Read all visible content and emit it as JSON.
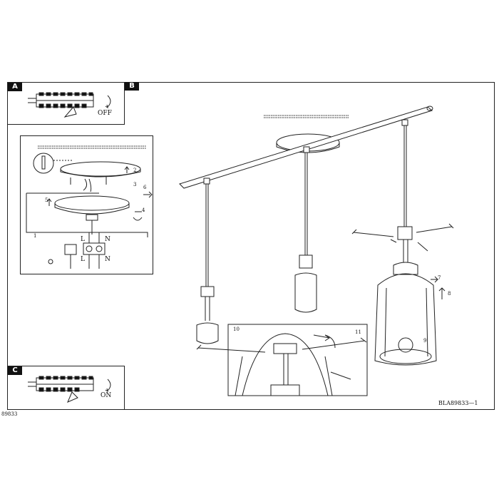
{
  "panels": {
    "a": {
      "tag": "A",
      "switch_label": "OFF"
    },
    "b": {
      "tag": "B"
    },
    "c": {
      "tag": "C",
      "switch_label": "ON"
    }
  },
  "wiring": {
    "live": "L",
    "neutral": "N"
  },
  "steps": [
    "1",
    "2",
    "3",
    "4",
    "5",
    "6",
    "7",
    "8",
    "9",
    "10",
    "11"
  ],
  "footer": {
    "doc_code": "BLA89833—1",
    "page_code": "89833"
  }
}
